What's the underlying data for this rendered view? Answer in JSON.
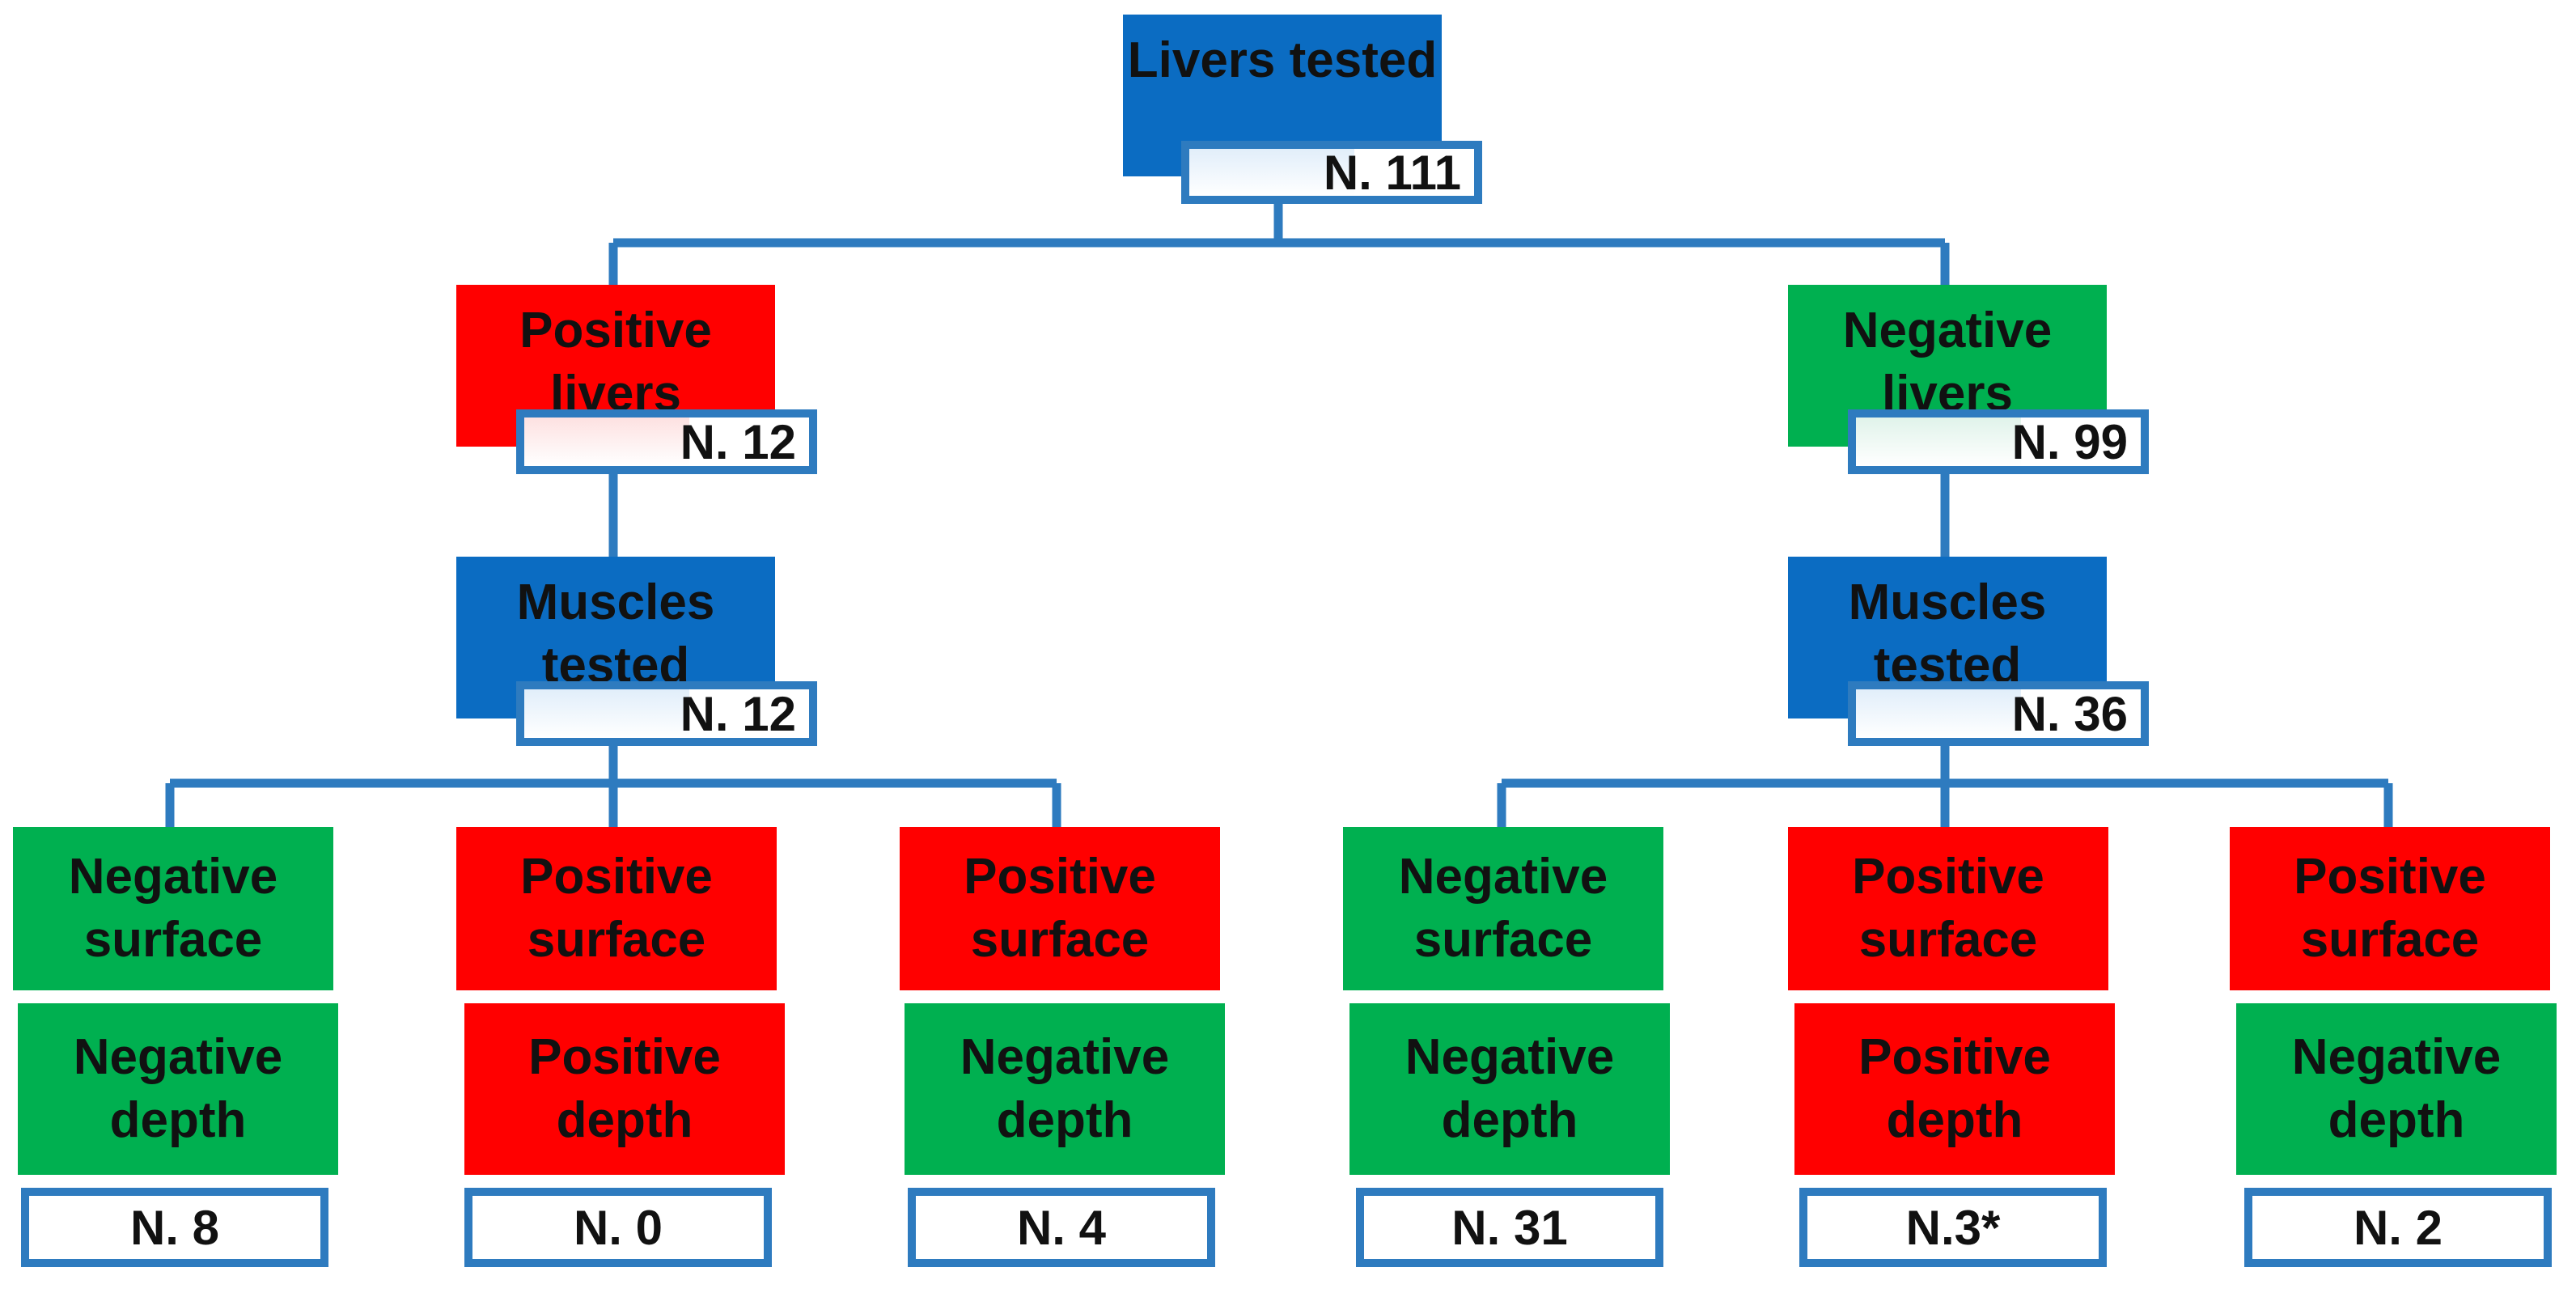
{
  "root": {
    "label": "Livers tested",
    "count": "N. 111"
  },
  "positive_livers": {
    "label": "Positive\nlivers",
    "count": "N. 12"
  },
  "negative_livers": {
    "label": "Negative\nlivers",
    "count": "N. 99"
  },
  "muscles_left": {
    "label": "Muscles\ntested",
    "count": "N. 12"
  },
  "muscles_right": {
    "label": "Muscles\ntested",
    "count": "N. 36"
  },
  "leaves": [
    {
      "surface": "Negative\nsurface",
      "depth": "Negative\ndepth",
      "count": "N. 8"
    },
    {
      "surface": "Positive\nsurface",
      "depth": "Positive\ndepth",
      "count": "N. 0"
    },
    {
      "surface": "Positive\nsurface",
      "depth": "Negative\ndepth",
      "count": "N. 4"
    },
    {
      "surface": "Negative\nsurface",
      "depth": "Negative\ndepth",
      "count": "N. 31"
    },
    {
      "surface": "Positive\nsurface",
      "depth": "Positive\ndepth",
      "count": "N.3*"
    },
    {
      "surface": "Positive\nsurface",
      "depth": "Negative\ndepth",
      "count": "N. 2"
    }
  ],
  "colors": {
    "tested": "#0b6cc2",
    "positive": "#ff0000",
    "negative": "#00b050",
    "connector": "#2e7bbf"
  }
}
